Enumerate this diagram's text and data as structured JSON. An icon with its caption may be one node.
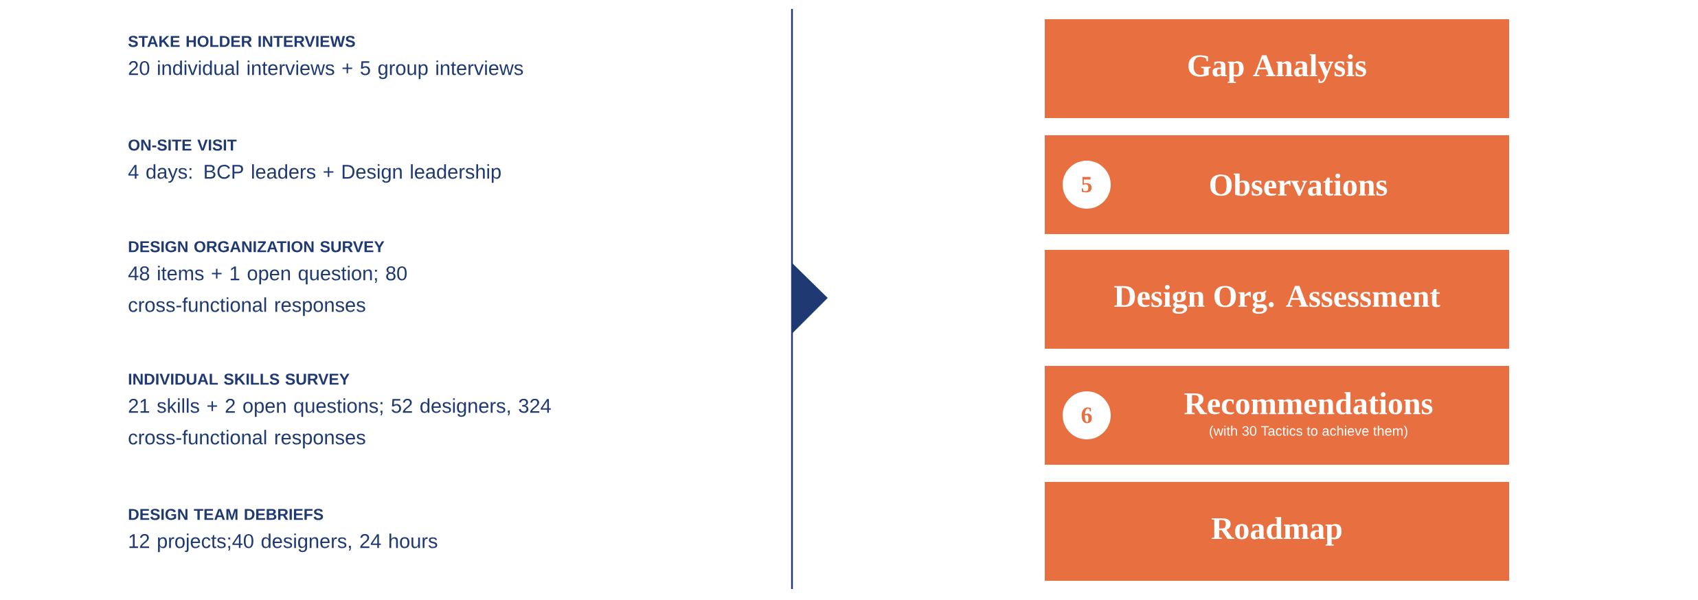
{
  "diagram": {
    "nodes": [
      {
        "text": [
          "Gap Analysis"
        ]
      },
      {
        "text": [
          "Observations"
        ]
      },
      {
        "text": [
          "5"
        ],
        "in": 1
      },
      {
        "text": [
          "Design Org. Assessment"
        ]
      },
      {
        "text": [
          "Recommendations",
          "(with 30 Tactics to achieve them)"
        ]
      },
      {
        "text": [
          "6"
        ],
        "in": 4
      },
      {
        "text": [
          "Roadmap"
        ]
      }
    ],
    "labels": [
      "STAKE HOLDER INTERVIEWS",
      "20 individual interviews + 5 group interviews",
      "ON-SITE VISIT",
      "4 days: BCP leaders + Design leadership",
      "DESIGN ORGANIZATION  SURVEY",
      "48 items + 1 open question; 80 cross-functional responses",
      "INDIVIDUAL SKILLS SURVEY",
      "21 skills + 2 open questions; 52 designers, 324 cross-functional responses",
      "DESIGN TEAM DEBRIEFS",
      "12 projects;40 designers, 24 hours"
    ]
  }
}
